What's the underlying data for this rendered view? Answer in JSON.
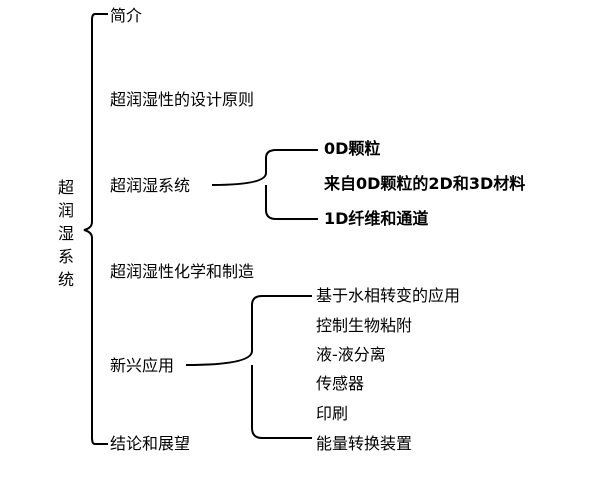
{
  "root": {
    "chars": [
      "超",
      "润",
      "湿",
      "系",
      "统"
    ]
  },
  "branches": {
    "intro": "简介",
    "design": "超润湿性的设计原则",
    "systems": "超润湿系统",
    "chemistry": "超润湿性化学和制造",
    "applications": "新兴应用",
    "conclusion": "结论和展望"
  },
  "systems_children": [
    "0D颗粒",
    "来自0D颗粒的2D和3D材料",
    "1D纤维和通道"
  ],
  "applications_children": [
    "基于水相转变的应用",
    "控制生物粘附",
    "液-液分离",
    "传感器",
    "印刷",
    "能量转换装置"
  ]
}
